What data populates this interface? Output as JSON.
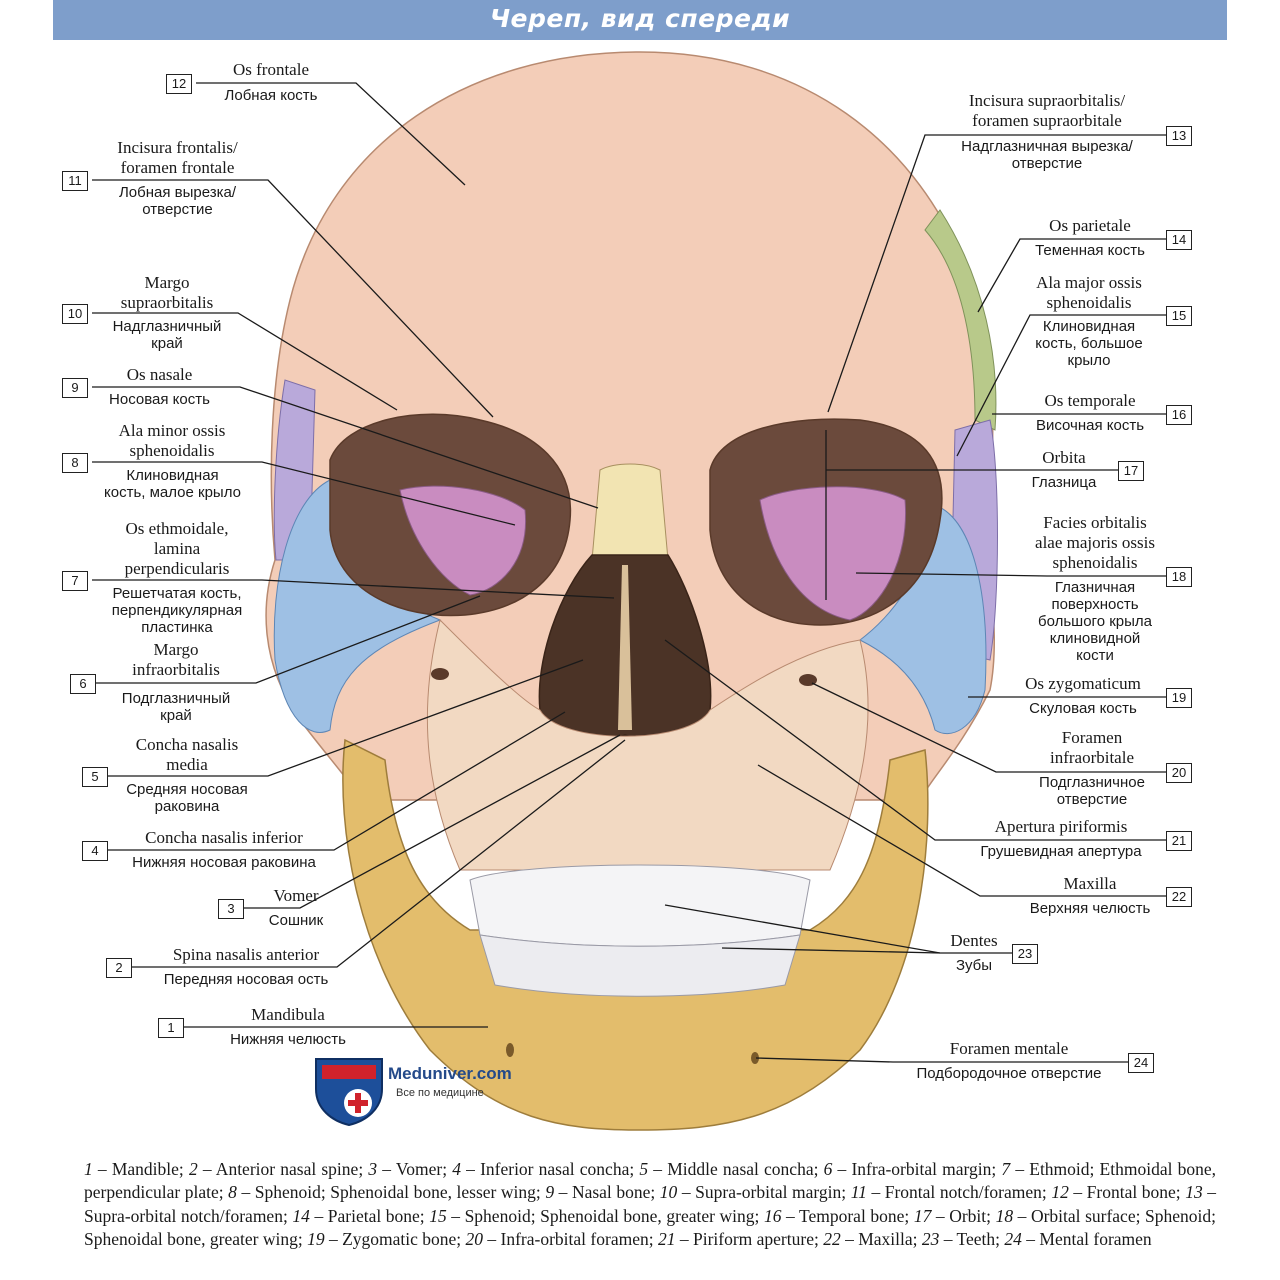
{
  "header": {
    "title": "Череп, вид спереди"
  },
  "labels": [
    {
      "num": "12",
      "la": "Os frontale",
      "ru": "Лобная кость"
    },
    {
      "num": "11",
      "la": "Incisura frontalis/\nforamen frontale",
      "ru": "Лобная вырезка/\nотверстие"
    },
    {
      "num": "10",
      "la": "Margo\nsupraorbitalis",
      "ru": "Надглазничный\nкрай"
    },
    {
      "num": "9",
      "la": "Os nasale",
      "ru": "Носовая кость"
    },
    {
      "num": "8",
      "la": "Ala minor ossis\nsphenoidalis",
      "ru": "Клиновидная\nкость, малое крыло"
    },
    {
      "num": "7",
      "la": "Os ethmoidale,\nlamina\nperpendicularis",
      "ru": "Решетчатая кость,\nперпендикулярная\nпластинка"
    },
    {
      "num": "6",
      "la": "Margo\ninfraorbitalis",
      "ru": "Подглазничный\nкрай"
    },
    {
      "num": "5",
      "la": "Concha nasalis\nmedia",
      "ru": "Средняя носовая\nраковина"
    },
    {
      "num": "4",
      "la": "Concha nasalis inferior",
      "ru": "Нижняя носовая раковина"
    },
    {
      "num": "3",
      "la": "Vomer",
      "ru": "Сошник"
    },
    {
      "num": "2",
      "la": "Spina nasalis anterior",
      "ru": "Передняя носовая ость"
    },
    {
      "num": "1",
      "la": "Mandibula",
      "ru": "Нижняя челюсть"
    },
    {
      "num": "13",
      "la": "Incisura supraorbitalis/\nforamen supraorbitale",
      "ru": "Надглазничная вырезка/\nотверстие"
    },
    {
      "num": "14",
      "la": "Os parietale",
      "ru": "Теменная кость"
    },
    {
      "num": "15",
      "la": "Ala major ossis\nsphenoidalis",
      "ru": "Клиновидная\nкость, большое\nкрыло"
    },
    {
      "num": "16",
      "la": "Os temporale",
      "ru": "Височная кость"
    },
    {
      "num": "17",
      "la": "Orbita",
      "ru": "Глазница"
    },
    {
      "num": "18",
      "la": "Facies orbitalis\nalae majoris ossis\nsphenoidalis",
      "ru": "Глазничная\nповерхность\nбольшого крыла\nклиновидной\nкости"
    },
    {
      "num": "19",
      "la": "Os zygomaticum",
      "ru": "Скуловая кость"
    },
    {
      "num": "20",
      "la": "Foramen\ninfraorbitale",
      "ru": "Подглазничное\nотверстие"
    },
    {
      "num": "21",
      "la": "Apertura piriformis",
      "ru": "Грушевидная апертура"
    },
    {
      "num": "22",
      "la": "Maxilla",
      "ru": "Верхняя челюсть"
    },
    {
      "num": "23",
      "la": "Dentes",
      "ru": "Зубы"
    },
    {
      "num": "24",
      "la": "Foramen mentale",
      "ru": "Подбородочное отверстие"
    }
  ],
  "logo": {
    "name": "Meduniver.com",
    "tagline": "Все по медицине"
  },
  "legend": [
    {
      "n": "1",
      "t": "Mandible;"
    },
    {
      "n": "2",
      "t": "Anterior nasal spine;"
    },
    {
      "n": "3",
      "t": "Vomer;"
    },
    {
      "n": "4",
      "t": "Inferior nasal concha;"
    },
    {
      "n": "5",
      "t": "Middle nasal concha;"
    },
    {
      "n": "6",
      "t": "Infra-orbital margin;"
    },
    {
      "n": "7",
      "t": "Ethmoid; Ethmoidal bone, perpendicular plate;"
    },
    {
      "n": "8",
      "t": "Sphenoid; Sphenoidal bone, lesser wing;"
    },
    {
      "n": "9",
      "t": "Nasal bone;"
    },
    {
      "n": "10",
      "t": "Supra-orbital margin;"
    },
    {
      "n": "11",
      "t": "Frontal notch/foramen;"
    },
    {
      "n": "12",
      "t": "Frontal bone;"
    },
    {
      "n": "13",
      "t": "Supra-orbital notch/foramen;"
    },
    {
      "n": "14",
      "t": "Parietal bone;"
    },
    {
      "n": "15",
      "t": "Sphenoid; Sphenoidal bone, greater wing;"
    },
    {
      "n": "16",
      "t": "Temporal bone;"
    },
    {
      "n": "17",
      "t": "Orbit;"
    },
    {
      "n": "18",
      "t": "Orbital surface; Sphenoid; Sphenoidal bone, greater wing;"
    },
    {
      "n": "19",
      "t": "Zygomatic bone;"
    },
    {
      "n": "20",
      "t": "Infra-orbital foramen;"
    },
    {
      "n": "21",
      "t": "Piriform aperture;"
    },
    {
      "n": "22",
      "t": "Maxilla;"
    },
    {
      "n": "23",
      "t": "Teeth;"
    },
    {
      "n": "24",
      "t": "Mental foramen"
    }
  ],
  "colors": {
    "header": "#7e9ecb",
    "bone": "#f2d9c2",
    "frontal": "#f3cdb8",
    "sphenoid_orbital": "#c98cc0",
    "zygomatic": "#9ec0e4",
    "parietal": "#b8c98a",
    "temporal": "#b9a9da",
    "mandible": "#e3bd6c",
    "nasal": "#f2e4b2",
    "teeth": "#f4f4f6"
  }
}
